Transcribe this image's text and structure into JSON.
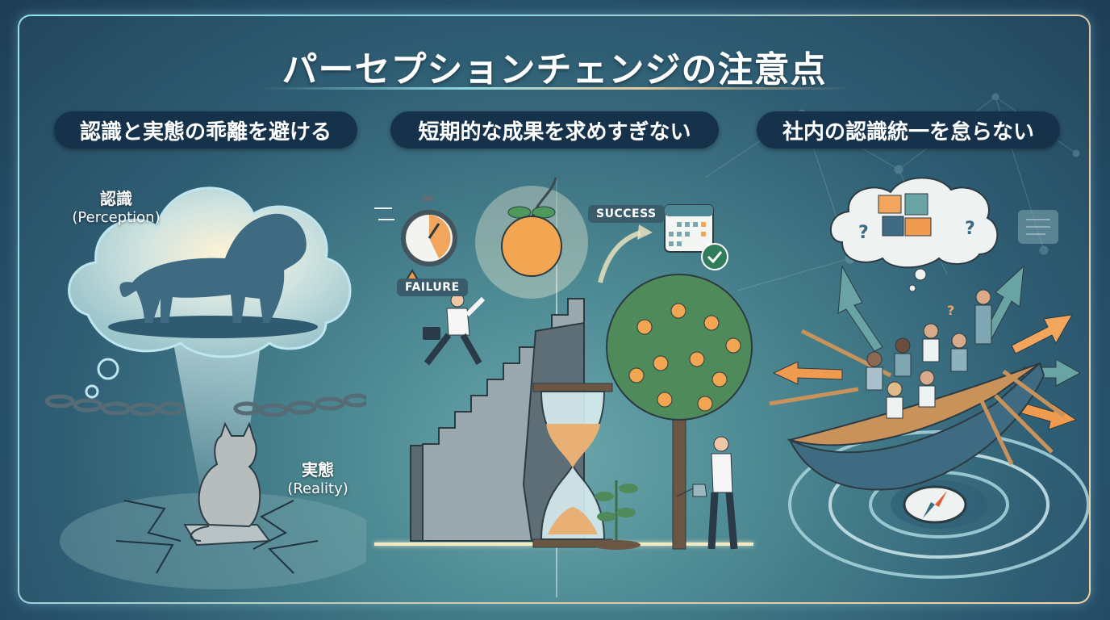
{
  "title": "パーセプションチェンジの注意点",
  "sections": [
    {
      "heading": "認識と実態の乖離を避ける",
      "labels": {
        "perception_jp": "認識",
        "perception_en": "(Perception)",
        "reality_jp": "実態",
        "reality_en": "(Reality)"
      },
      "illustration": [
        "lion-silhouette-in-thought-cloud",
        "broken-chain",
        "cat-on-cracked-ground"
      ]
    },
    {
      "heading": "短期的な成果を求めすぎない",
      "labels": {
        "failure": "FAILURE",
        "success": "SUCCESS"
      },
      "illustration": [
        "stopwatch",
        "warning-triangle",
        "orange-fruit",
        "man-running-up-crumbling-stairs",
        "hourglass",
        "calendar-with-check",
        "orange-tree",
        "man-watering-sapling"
      ]
    },
    {
      "heading": "社内の認識統一を怠らない",
      "labels": {},
      "illustration": [
        "thought-cloud-with-puzzle-pieces",
        "question-marks",
        "document-icon",
        "team-rowing-boat-in-different-directions",
        "diverging-arrows",
        "compass-in-whirlpool"
      ]
    }
  ],
  "colors": {
    "background": "#27506a",
    "pill": "#16324a",
    "border_start": "#8fe3f0",
    "border_end": "#f3d2a4",
    "accent_orange": "#f0a050",
    "accent_teal": "#5f9ea0",
    "success_green": "#2f7d5b"
  }
}
